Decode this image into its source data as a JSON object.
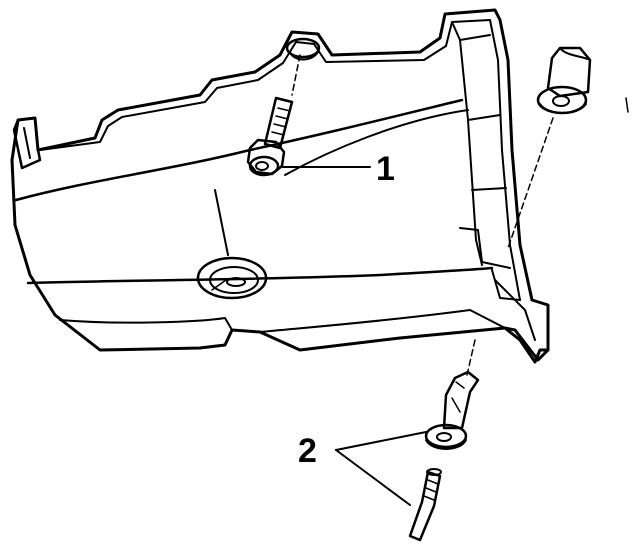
{
  "callouts": [
    {
      "id": "1",
      "label": "1"
    },
    {
      "id": "2",
      "label": "2"
    }
  ],
  "colors": {
    "line": "#000000",
    "background": "#ffffff",
    "fill": "#ffffff"
  }
}
